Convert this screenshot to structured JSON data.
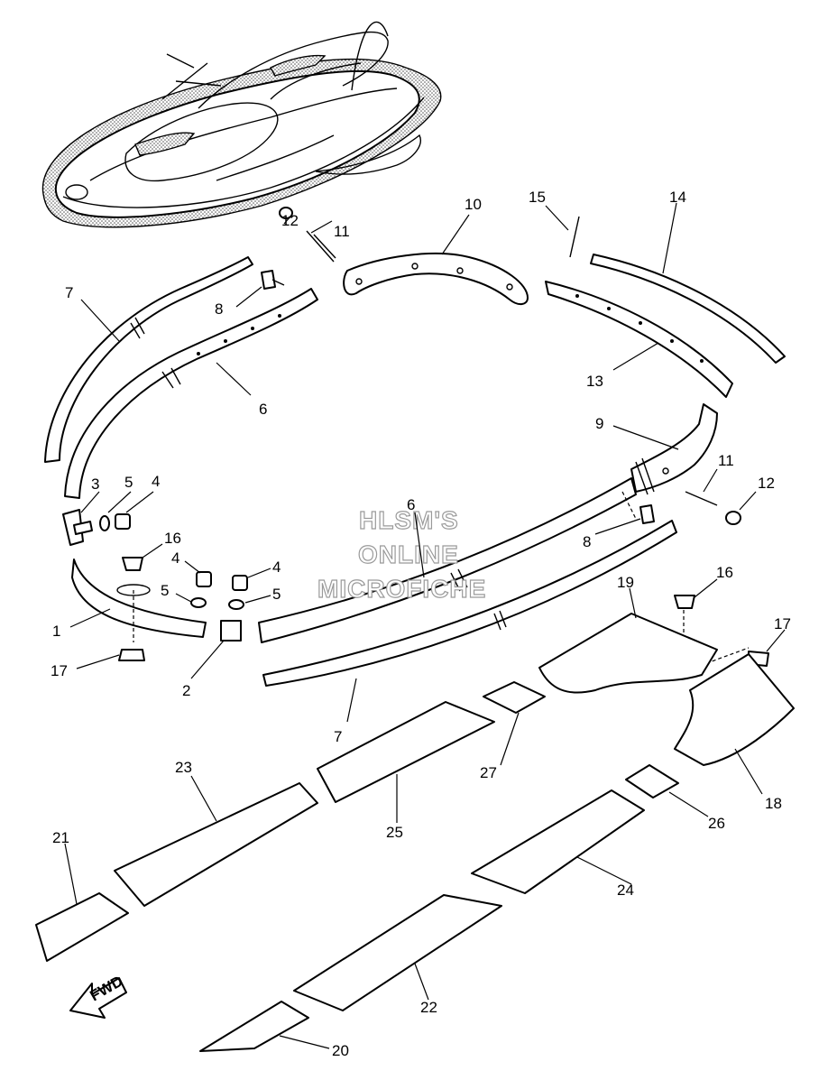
{
  "watermark": {
    "line1": "HLSM'S",
    "line2": "ONLINE",
    "line3": "MICROFICHE"
  },
  "fwd_label": "FWD",
  "callouts": {
    "c1": "1",
    "c2": "2",
    "c3": "3",
    "c4a": "4",
    "c4b": "4",
    "c4c": "4",
    "c5a": "5",
    "c5b": "5",
    "c5c": "5",
    "c6a": "6",
    "c6b": "6",
    "c7a": "7",
    "c7b": "7",
    "c8a": "8",
    "c8b": "8",
    "c9": "9",
    "c10": "10",
    "c11a": "11",
    "c11b": "11",
    "c12a": "12",
    "c12b": "12",
    "c13": "13",
    "c14": "14",
    "c15": "15",
    "c16a": "16",
    "c16b": "16",
    "c17a": "17",
    "c17b": "17",
    "c18": "18",
    "c19": "19",
    "c20": "20",
    "c21": "21",
    "c22": "22",
    "c23": "23",
    "c24": "24",
    "c25": "25",
    "c26": "26",
    "c27": "27"
  }
}
